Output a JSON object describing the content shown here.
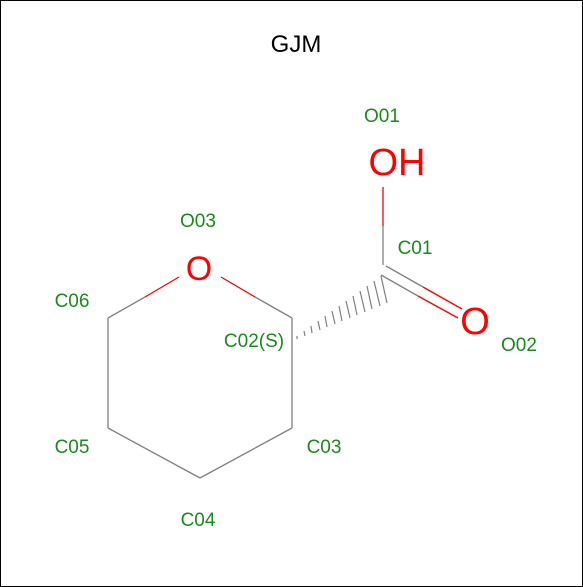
{
  "title": "GJM",
  "atoms": {
    "O01": "O01",
    "C01": "C01",
    "O02": "O02",
    "O03": "O03",
    "C02": "C02(S)",
    "C03": "C03",
    "C04": "C04",
    "C05": "C05",
    "C06": "C06"
  },
  "elements": {
    "hydroxyl": "OH",
    "carbonyl_o": "O",
    "ring_o": "O"
  },
  "colors": {
    "label": "#1a8a1a",
    "heteroatom": "#ff0000",
    "bond": "#808080",
    "frame": "#000000"
  }
}
